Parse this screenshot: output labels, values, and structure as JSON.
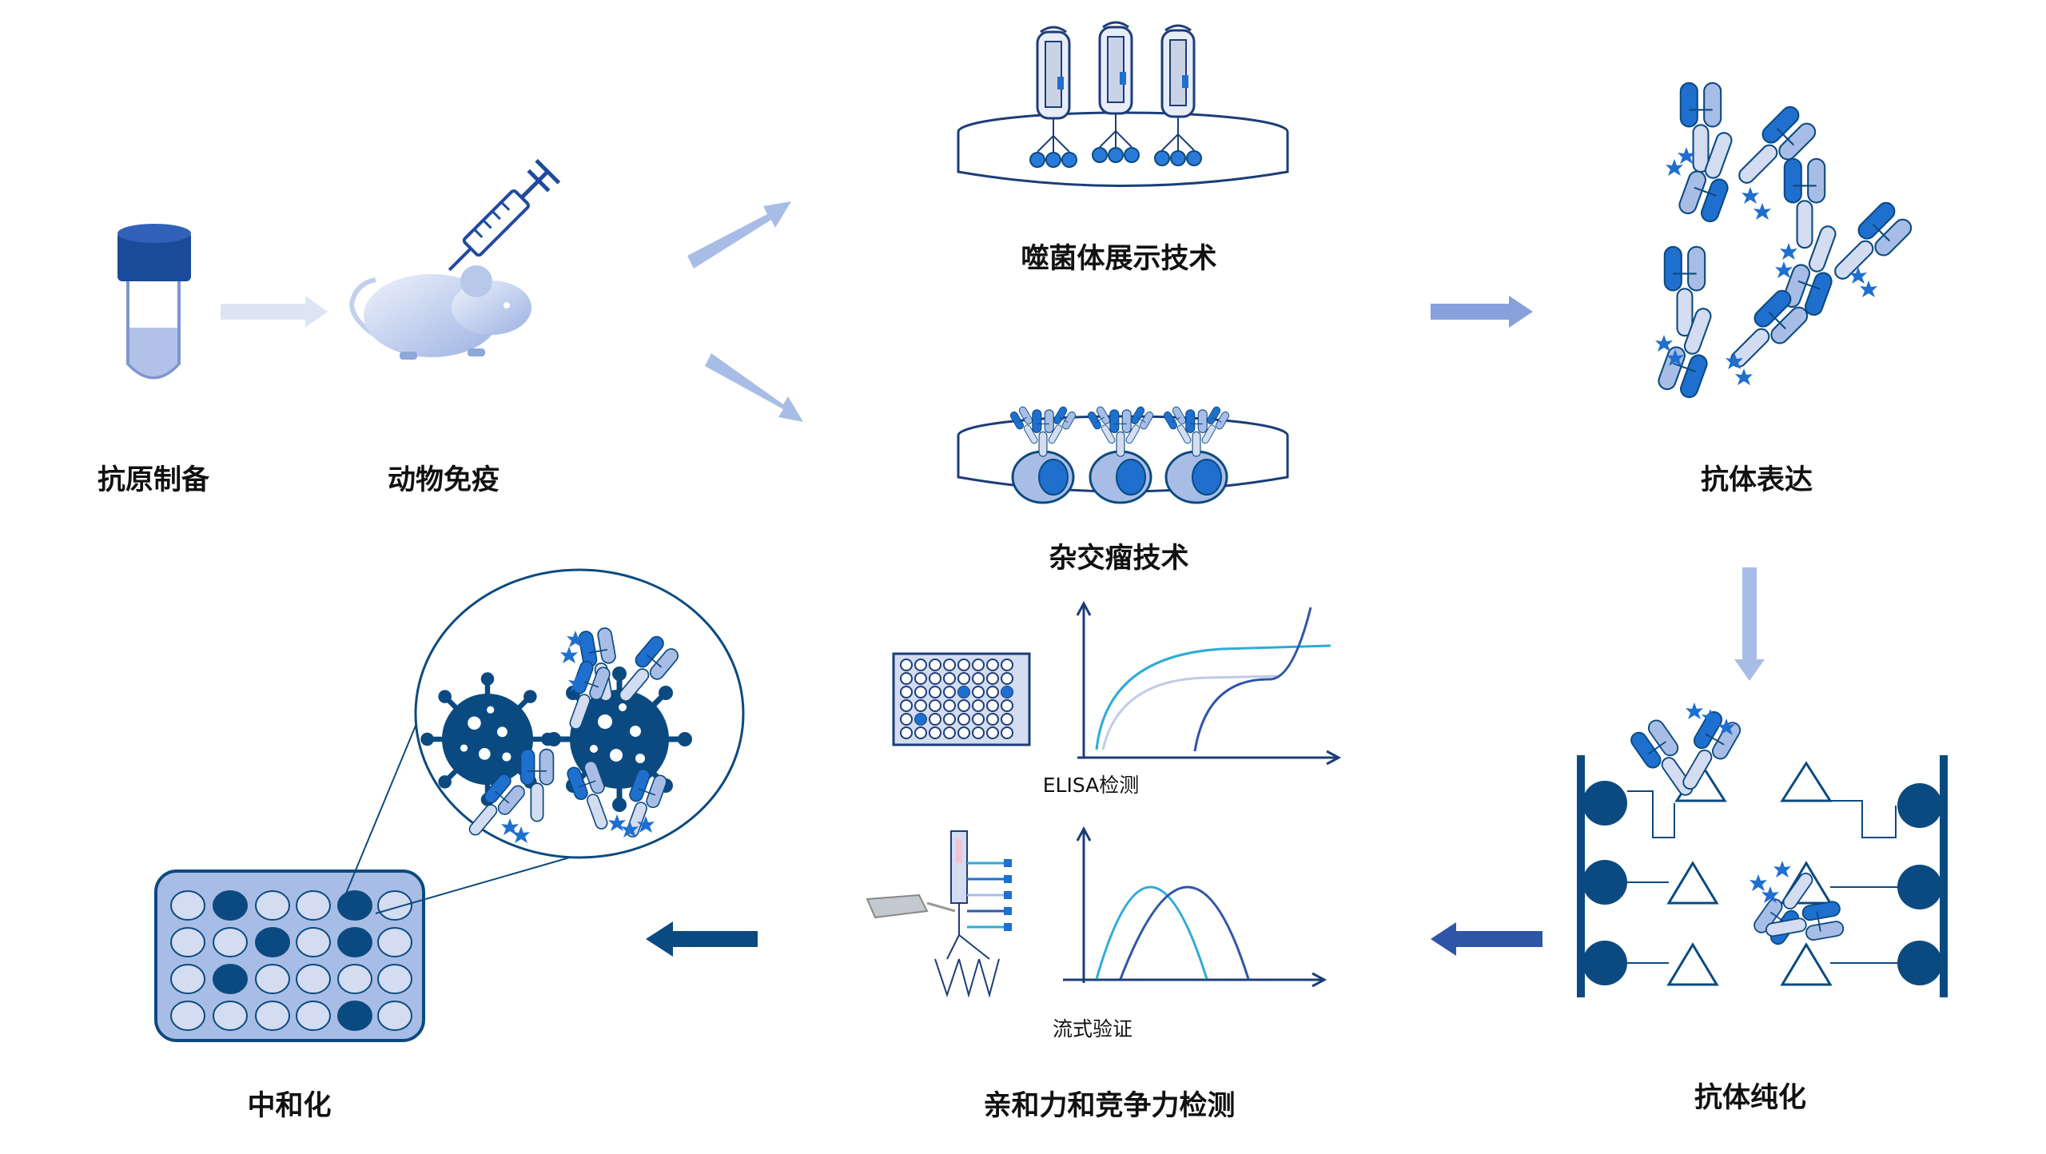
{
  "labels": {
    "antigen_prep": "抗原制备",
    "immunization": "动物免疫",
    "phage_display": "噬菌体展示技术",
    "hybridoma": "杂交瘤技术",
    "expression": "抗体表达",
    "purification": "抗体纯化",
    "affinity": "亲和力和竞争力检测",
    "elisa": "ELISA检测",
    "flow": "流式验证",
    "neutralization": "中和化"
  },
  "colors": {
    "dark": "#0b4a80",
    "mid": "#1f6fcf",
    "light": "#a8bde6",
    "pale": "#d3dcf1",
    "cyan": "#2eaad8"
  }
}
